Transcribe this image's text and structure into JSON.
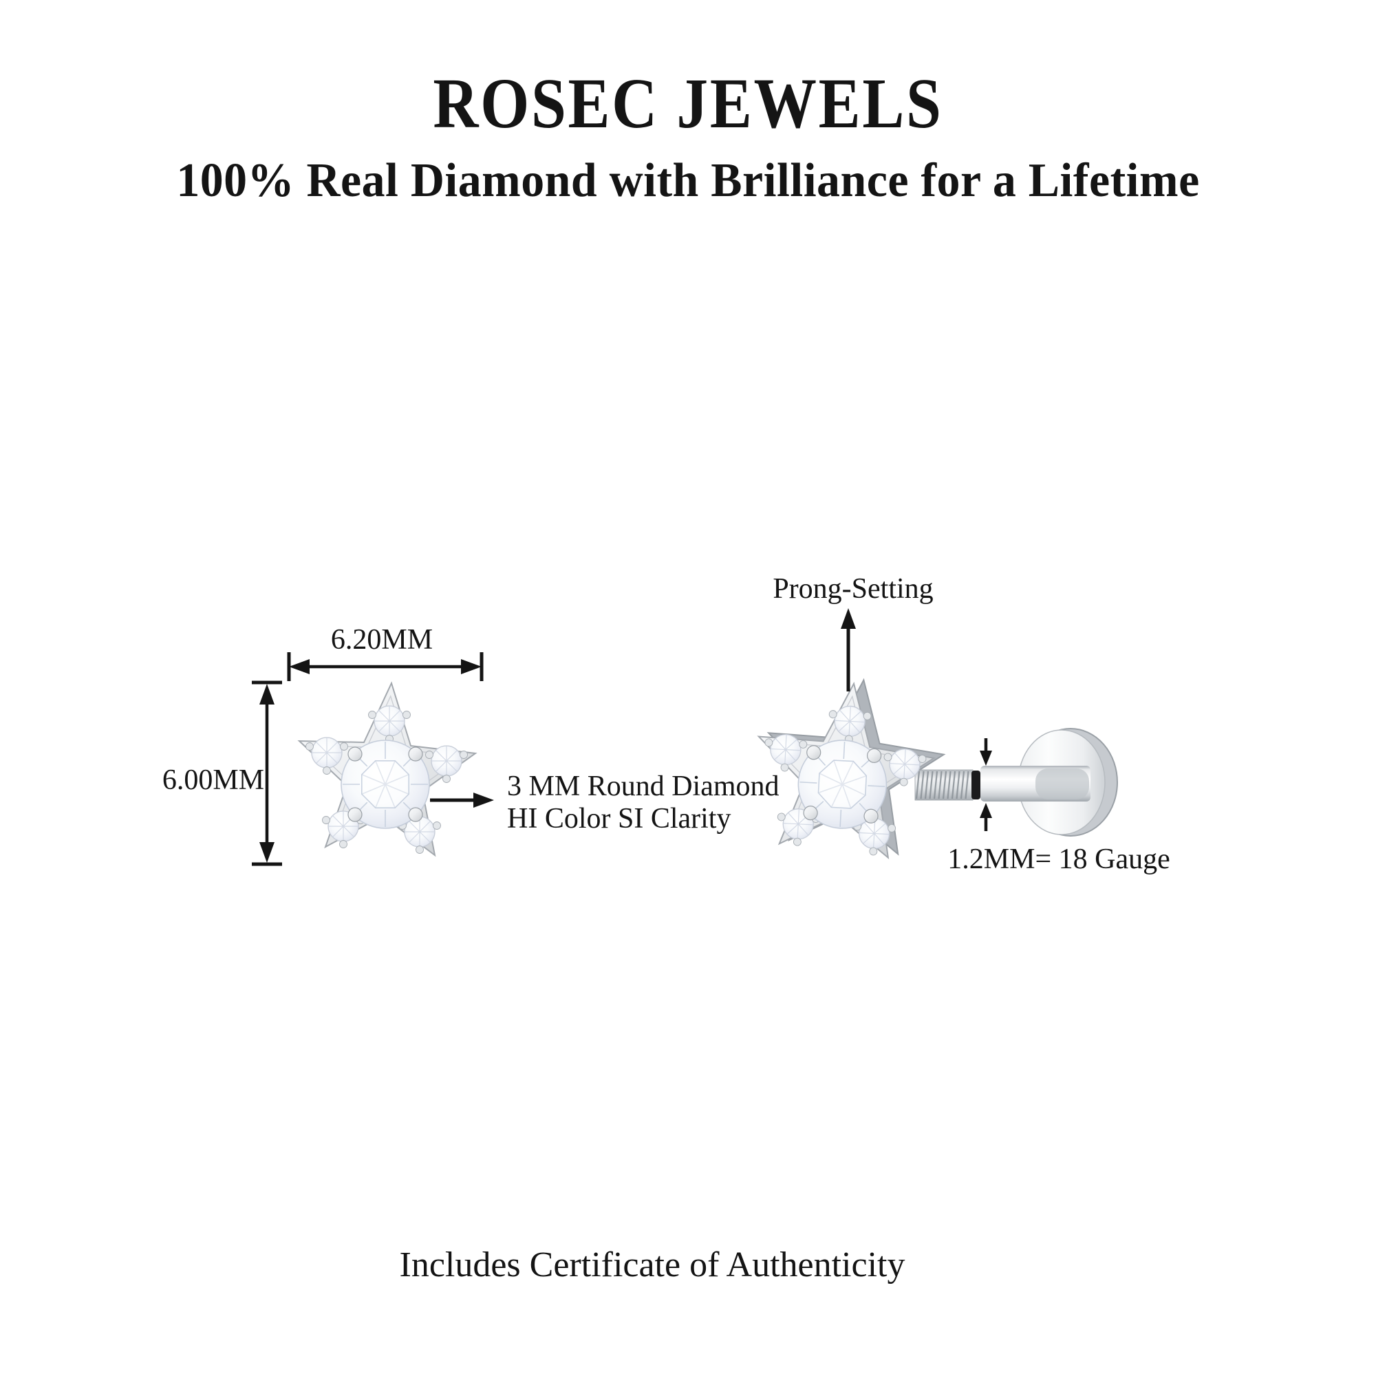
{
  "header": {
    "brand": "ROSEC JEWELS",
    "tagline": "100% Real Diamond with Brilliance for a Lifetime"
  },
  "diagram": {
    "front_view": {
      "width_label": "6.20MM",
      "height_label": "6.00MM",
      "stone_note_line1": "3 MM Round Diamond",
      "stone_note_line2": "HI Color SI Clarity"
    },
    "side_view": {
      "setting_label": "Prong-Setting",
      "gauge_label": "1.2MM= 18 Gauge"
    }
  },
  "footer": {
    "note": "Includes Certificate of Authenticity"
  },
  "colors": {
    "ink": "#141414",
    "background": "#ffffff",
    "metal_light": "#f6f7f8",
    "metal_mid": "#d3d7db",
    "metal_dark": "#9aa0a6",
    "metal_depth": "#b0b5bb",
    "gem_tint": "#ccd4e0",
    "o_ring": "#1b1b1d"
  }
}
